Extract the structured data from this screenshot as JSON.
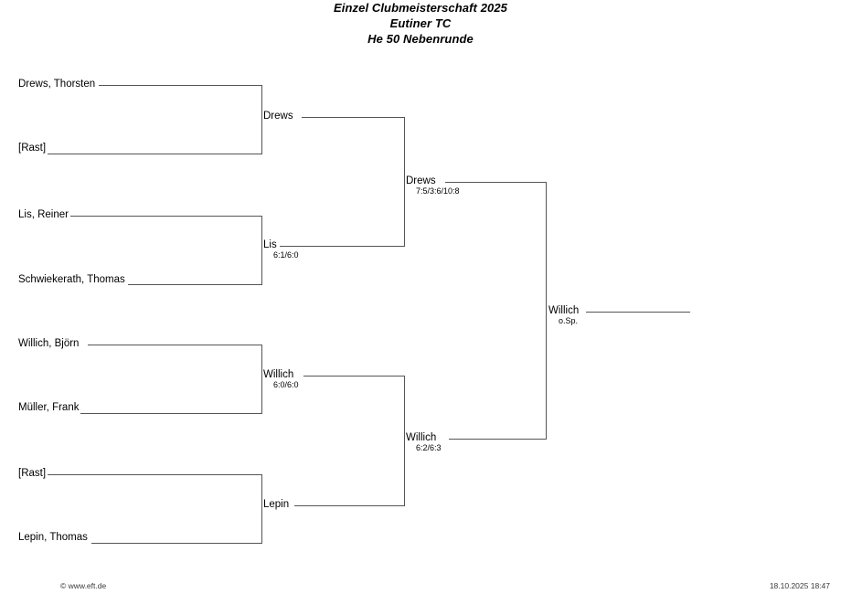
{
  "header": {
    "line1": "Einzel Clubmeisterschaft 2025",
    "line2": "Eutiner TC",
    "line3": "He 50 Nebenrunde"
  },
  "bracket": {
    "round1": [
      {
        "name": "Drews, Thorsten",
        "score": ""
      },
      {
        "name": "[Rast]",
        "score": ""
      },
      {
        "name": "Lis, Reiner",
        "score": ""
      },
      {
        "name": "Schwiekerath, Thomas",
        "score": ""
      },
      {
        "name": "Willich, Björn",
        "score": ""
      },
      {
        "name": "Müller, Frank",
        "score": ""
      },
      {
        "name": "[Rast]",
        "score": ""
      },
      {
        "name": "Lepin, Thomas",
        "score": ""
      }
    ],
    "round2": [
      {
        "name": "Drews",
        "score": ""
      },
      {
        "name": "Lis",
        "score": "6:1/6:0"
      },
      {
        "name": "Willich",
        "score": "6:0/6:0"
      },
      {
        "name": "Lepin",
        "score": ""
      }
    ],
    "semifinals": [
      {
        "name": "Drews",
        "score": "7:5/3:6/10:8"
      },
      {
        "name": "Willich",
        "score": "6:2/6:3"
      }
    ],
    "final": [
      {
        "name": "Willich",
        "score": "o.Sp."
      }
    ]
  },
  "footer": {
    "copyright": "© www.eft.de",
    "timestamp": "18.10.2025 18:47"
  }
}
